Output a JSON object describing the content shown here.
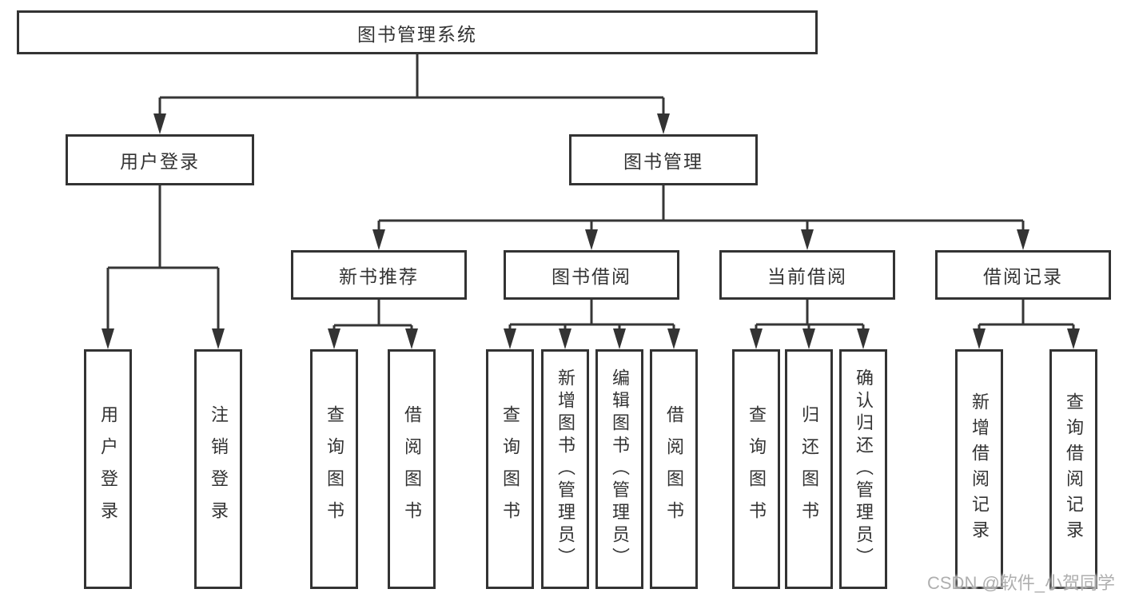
{
  "tree": {
    "label": "图书管理系统",
    "children": [
      {
        "label": "用户登录",
        "children": [
          {
            "label": "用户登录"
          },
          {
            "label": "注销登录"
          }
        ]
      },
      {
        "label": "图书管理",
        "children": [
          {
            "label": "新书推荐",
            "children": [
              {
                "label": "查询图书"
              },
              {
                "label": "借阅图书"
              }
            ]
          },
          {
            "label": "图书借阅",
            "children": [
              {
                "label": "查询图书"
              },
              {
                "label": "新增图书（管理员）"
              },
              {
                "label": "编辑图书（管理员）"
              },
              {
                "label": "借阅图书"
              }
            ]
          },
          {
            "label": "当前借阅",
            "children": [
              {
                "label": "查询图书"
              },
              {
                "label": "归还图书"
              },
              {
                "label": "确认归还（管理员）"
              }
            ]
          },
          {
            "label": "借阅记录",
            "children": [
              {
                "label": "新增借阅记录"
              },
              {
                "label": "查询借阅记录"
              }
            ]
          }
        ]
      }
    ]
  },
  "watermark": {
    "text": "CSDN @软件_小贺同学"
  },
  "colors": {
    "line": "#363636",
    "box_border": "#333333",
    "text": "#333333",
    "watermark": "#a8a8a8"
  }
}
